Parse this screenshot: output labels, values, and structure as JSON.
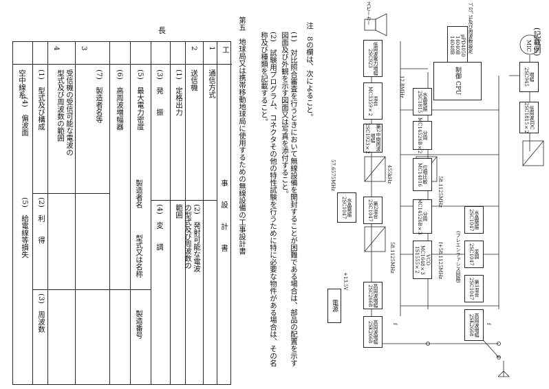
{
  "table": {
    "side_label": "長",
    "title": "第五　地球局又は携帯移動地球局に使用するための無線設備の工事設計書",
    "header": {
      "item": "工",
      "design": "事　　設　　計　　書"
    },
    "rows": {
      "r1_num": "1",
      "r1_label": "通信方式",
      "r2_num": "2",
      "r2_group": "送信機",
      "r2_1": "(1)　定格出力",
      "r2_2": "(2)　発射可能な電波の型式及び周波数の範囲",
      "r2_3": "(3)　発　　振",
      "r2_4": "(4)　変　　調",
      "r2_5": "(5)　最大電力密度",
      "r2_6": "(6)　高周波増幅器",
      "r2_7": "(7)　製造者名等",
      "r2_maker": "製造者名",
      "r2_model": "型式又は名称",
      "r2_serial": "製造番号",
      "r3_num": "3",
      "r3_label": "受信機の受信可能な電波の型式及び周波数の範囲",
      "r4_num": "4",
      "r4_group": "空中線系",
      "r4_1": "(1)　型式及び構成",
      "r4_2": "(2)　利　　得",
      "r4_3": "(3)　周波数",
      "r4_4": "(4)　偏波面",
      "r4_5": "(5)　給電線等損失"
    }
  },
  "notes": {
    "heading": "注　8の欄は、次によること。",
    "n1": "(1)　対比照合審査を行うときにおいて無線設備を開封することが困難である場合は、部品の配置を示す図面及び外観を示す図面又は写真を添付すること。",
    "n2": "(2)　試験用プログラム、コネクタその他の特性試験を行うために特に必要な物件がある場合は、その名称及び種類を記載すること。"
  },
  "diagram": {
    "example_label": "(記載例)",
    "mic": "MIC",
    "speaker": "スピーカー",
    "rom_title": "ﾌﾟﾛｸﾞﾗﾑ及び周波数設定",
    "rom": "μPD4050 14040B 14048B",
    "cpu": "制御 CPU",
    "blocks": {
      "mic_amp": "増幅 2SC945",
      "lf_amp": "低周波IDC 2SC1815×2",
      "lf_power": "低周波電力増幅 2SC923",
      "mix_a": "混合 MC3359×2",
      "crystal": "水晶発振 2SC1815",
      "if2": "第2中間周波 増幅 2SC1923×2",
      "divider": "分周 MC14526B×2",
      "pll": "位相比較 MC14016",
      "div2": "分周 MC14526B×3",
      "vco": "VCO MC1648×3 1S1555×2",
      "osc2": "水晶発振 2SC1047",
      "mix2": "第2混合 2SC1047",
      "osc1": "水晶発振 2SC1047",
      "mod": "変調 2SC1047",
      "mix1": "第1混合 2SC1047",
      "rf_amp1": "高周波増幅 2SC2668",
      "rf_amp2": "高周波増幅 2SK2668",
      "power": "電源"
    },
    "labels": {
      "f_12_8": "12.8MHz",
      "f_455": "455kHz",
      "f_if1": "58.1125MHz",
      "f_if2": "58.1125MHz",
      "f_vco": "f+58.1125MHz",
      "f_osc": "57.6575MHz",
      "pre": "(プレエンファシス回路)",
      "v": "+13.5V",
      "f_a": "f",
      "f_b": "f",
      "f_c": "f"
    }
  }
}
